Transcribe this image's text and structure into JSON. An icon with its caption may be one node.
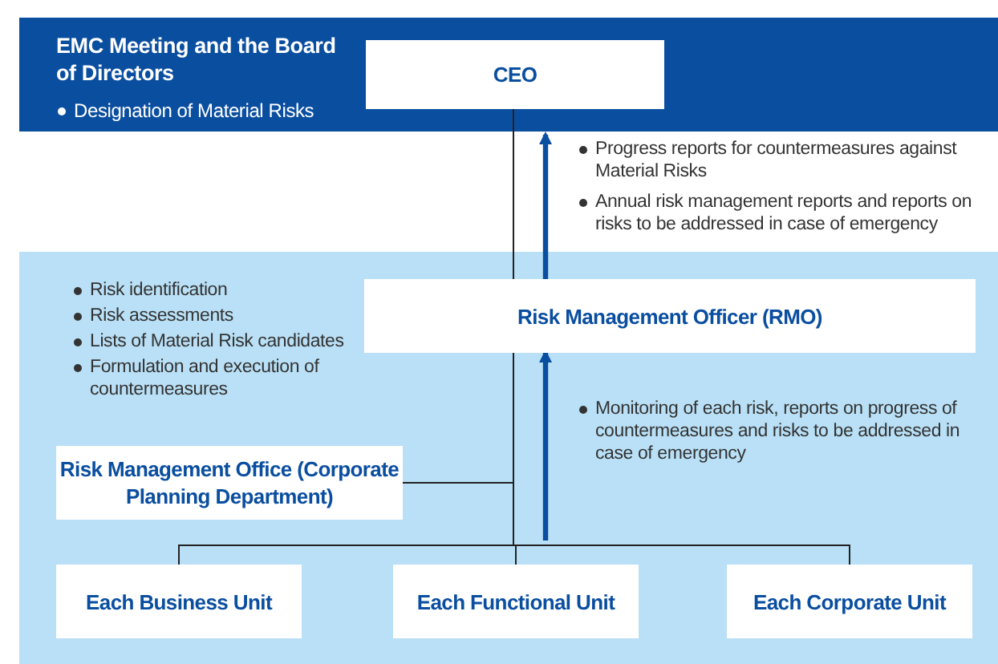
{
  "diagram": {
    "nodes": [
      {
        "text": [
          "EMC Meeting and the Board of Directors",
          "Designation of Material Risks"
        ]
      },
      {
        "text": [
          "CEO"
        ],
        "in": 0
      },
      {
        "text": [
          "Risk identification",
          "Risk assessments",
          "Lists of Material Risk candidates",
          "Formulation and execution of countermeasures"
        ]
      },
      {
        "text": [
          "Risk Management Officer (RMO)"
        ],
        "in": 2
      },
      {
        "text": [
          "Risk Management Office (Corporate Planning Department)"
        ],
        "in": 2
      },
      {
        "text": [
          "Each Business Unit"
        ],
        "in": 2
      },
      {
        "text": [
          "Each Functional Unit"
        ],
        "in": 2
      },
      {
        "text": [
          "Each Corporate Unit"
        ],
        "in": 2
      }
    ],
    "edges": [
      {
        "from": 1,
        "to": 3,
        "arrow": "none"
      },
      {
        "from": 3,
        "to": 5,
        "arrow": "none"
      },
      {
        "from": 3,
        "to": 6,
        "arrow": "none"
      },
      {
        "from": 3,
        "to": 7,
        "arrow": "none"
      },
      {
        "from": 4,
        "to": 3,
        "arrow": "none"
      },
      {
        "from": 3,
        "to": 1,
        "arrow": "to",
        "style": "thick",
        "color": "#0a4ea0"
      },
      {
        "from": null,
        "to": 3,
        "arrow": "to",
        "style": "thick",
        "color": "#0a4ea0"
      }
    ],
    "labels": [
      "Progress reports for countermeasures against Material Risks",
      "Annual risk management reports and reports on risks to be addressed in case of emergency",
      "Monitoring of each risk, reports on progress of countermeasures and risks to be addressed in case of emergency"
    ]
  }
}
